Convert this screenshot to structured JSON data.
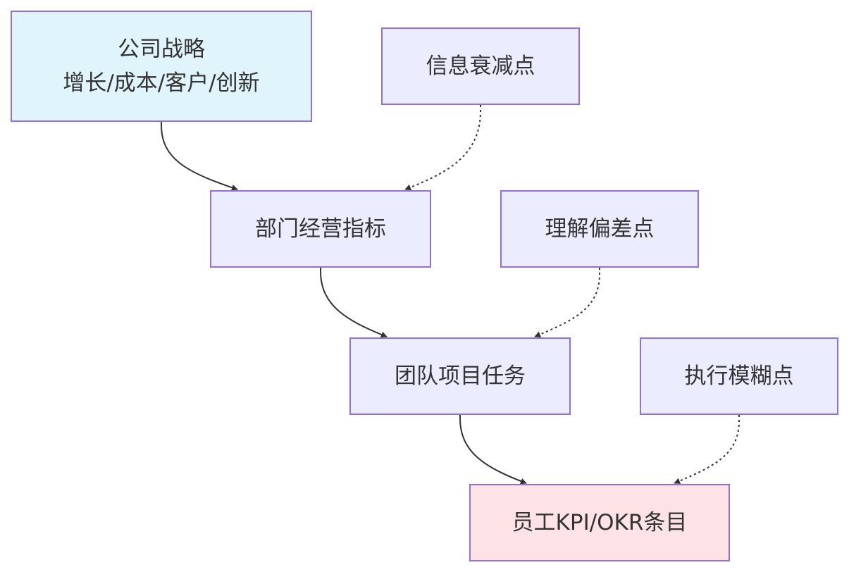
{
  "diagram": {
    "colors": {
      "node_fill": "#ececff",
      "node_border": "#9370db",
      "strategy_fill": "#e0f4fc",
      "target_fill": "#fde3e6",
      "edge": "#333333",
      "text": "#333333"
    },
    "nodes": {
      "strategy": {
        "line1": "公司战略",
        "line2": "增长/成本/客户/创新"
      },
      "decay": {
        "label": "信息衰减点"
      },
      "dept": {
        "label": "部门经营指标"
      },
      "misunderstand": {
        "label": "理解偏差点"
      },
      "team": {
        "label": "团队项目任务"
      },
      "blur": {
        "label": "执行模糊点"
      },
      "employee": {
        "label": "员工KPI/OKR条目"
      }
    },
    "edges": [
      {
        "from": "strategy",
        "to": "dept",
        "style": "solid"
      },
      {
        "from": "decay",
        "to": "dept",
        "style": "dotted"
      },
      {
        "from": "dept",
        "to": "team",
        "style": "solid"
      },
      {
        "from": "misunderstand",
        "to": "team",
        "style": "dotted"
      },
      {
        "from": "team",
        "to": "employee",
        "style": "solid"
      },
      {
        "from": "blur",
        "to": "employee",
        "style": "dotted"
      }
    ]
  }
}
